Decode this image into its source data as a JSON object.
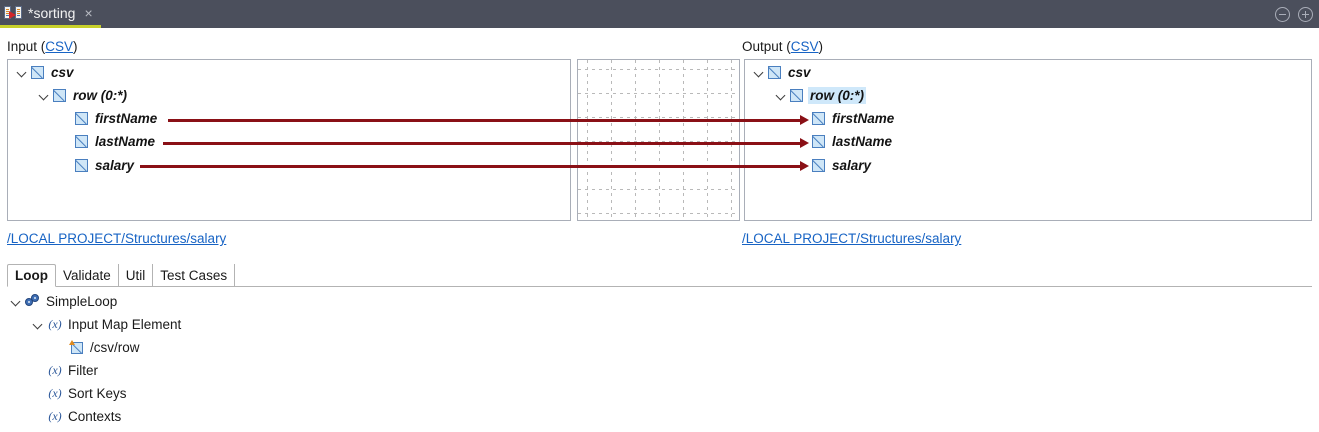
{
  "titlebar": {
    "tab_label": "*sorting",
    "tab_icon": "mapping-icon",
    "close_label": "×",
    "minimize_icon": "minimize-icon",
    "maximize_icon": "maximize-icon",
    "background_color": "#4b4f5c",
    "active_tab_underline_color": "#c8d02a"
  },
  "mapping": {
    "input_header": {
      "text": "Input (",
      "link": "CSV",
      "suffix": ")"
    },
    "output_header": {
      "text": "Output (",
      "link": "CSV",
      "suffix": ")"
    },
    "input_path_link": "/LOCAL PROJECT/Structures/salary",
    "output_path_link": "/LOCAL PROJECT/Structures/salary",
    "link_color": "#1763c4",
    "wire_color": "#8a1016",
    "selection_color": "#cfe8fa",
    "input_tree": [
      {
        "label": "csv",
        "icon": "element-icon",
        "expander": "expanded",
        "indent": 0,
        "selected": false
      },
      {
        "label": "row (0:*)",
        "icon": "element-icon",
        "expander": "expanded",
        "indent": 1,
        "selected": false
      },
      {
        "label": "firstName",
        "icon": "element-icon",
        "expander": "none",
        "indent": 2,
        "selected": false
      },
      {
        "label": "lastName",
        "icon": "element-icon",
        "expander": "none",
        "indent": 2,
        "selected": false
      },
      {
        "label": "salary",
        "icon": "element-icon",
        "expander": "none",
        "indent": 2,
        "selected": false
      }
    ],
    "output_tree": [
      {
        "label": "csv",
        "icon": "element-icon",
        "expander": "expanded",
        "indent": 0,
        "selected": false
      },
      {
        "label": "row (0:*)",
        "icon": "element-icon",
        "expander": "expanded",
        "indent": 1,
        "selected": true
      },
      {
        "label": "firstName",
        "icon": "element-icon",
        "expander": "none",
        "indent": 2,
        "selected": false
      },
      {
        "label": "lastName",
        "icon": "element-icon",
        "expander": "none",
        "indent": 2,
        "selected": false
      },
      {
        "label": "salary",
        "icon": "element-icon",
        "expander": "none",
        "indent": 2,
        "selected": false
      }
    ],
    "connections": [
      {
        "from": "firstName",
        "to": "firstName"
      },
      {
        "from": "lastName",
        "to": "lastName"
      },
      {
        "from": "salary",
        "to": "salary"
      }
    ]
  },
  "bottom": {
    "tabs": [
      {
        "label": "Loop",
        "active": true
      },
      {
        "label": "Validate",
        "active": false
      },
      {
        "label": "Util",
        "active": false
      },
      {
        "label": "Test Cases",
        "active": false
      }
    ],
    "tree": [
      {
        "label": "SimpleLoop",
        "icon": "gears-icon",
        "expander": "expanded",
        "indent": 0
      },
      {
        "label": "Input Map Element",
        "icon": "function-icon",
        "expander": "expanded",
        "indent": 1
      },
      {
        "label": "/csv/row",
        "icon": "element-ref-icon",
        "expander": "none",
        "indent": 2
      },
      {
        "label": "Filter",
        "icon": "function-icon",
        "expander": "none",
        "indent": 1
      },
      {
        "label": "Sort Keys",
        "icon": "function-icon",
        "expander": "none",
        "indent": 1
      },
      {
        "label": "Contexts",
        "icon": "function-icon",
        "expander": "none",
        "indent": 1
      }
    ],
    "function_icon_glyph": "(x)"
  }
}
